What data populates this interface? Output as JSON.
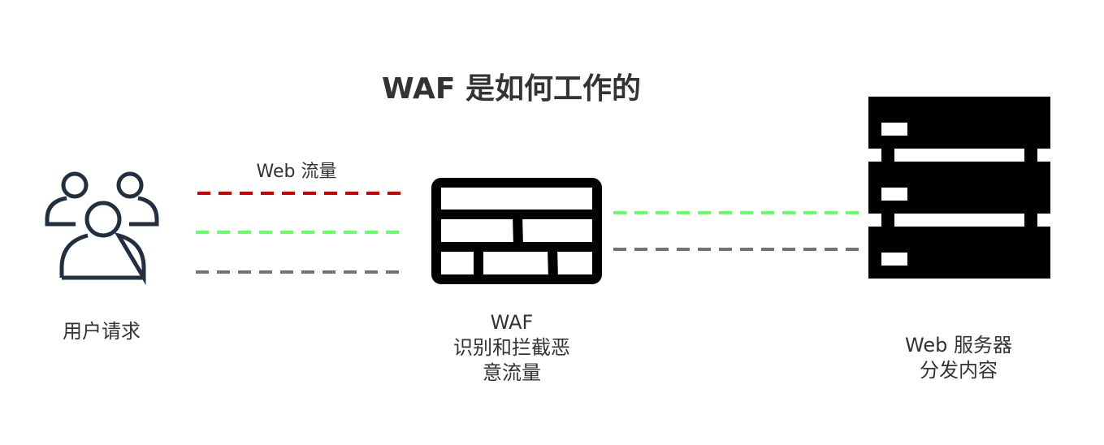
{
  "title": "WAF 是如何工作的",
  "traffic_label": "Web 流量",
  "users": {
    "label": "用户请求"
  },
  "waf": {
    "line1": "WAF",
    "line2": "识别和拦截恶",
    "line3": "意流量"
  },
  "server": {
    "line1": "Web 服务器",
    "line2": "分发内容"
  },
  "colors": {
    "malicious": "#cc0000",
    "legit": "#66ff66",
    "other": "#737373",
    "icon": "#232f3e"
  }
}
